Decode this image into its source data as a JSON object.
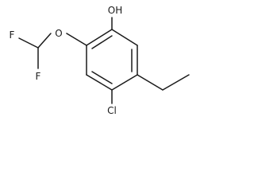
{
  "molecule": {
    "atoms": {
      "hydroxyl": "OH",
      "ether_oxygen": "O",
      "fluorine_1": "F",
      "fluorine_2": "F",
      "chlorine": "Cl"
    }
  },
  "colors": {
    "bond": "#1a1a1a",
    "background": "#ffffff"
  }
}
